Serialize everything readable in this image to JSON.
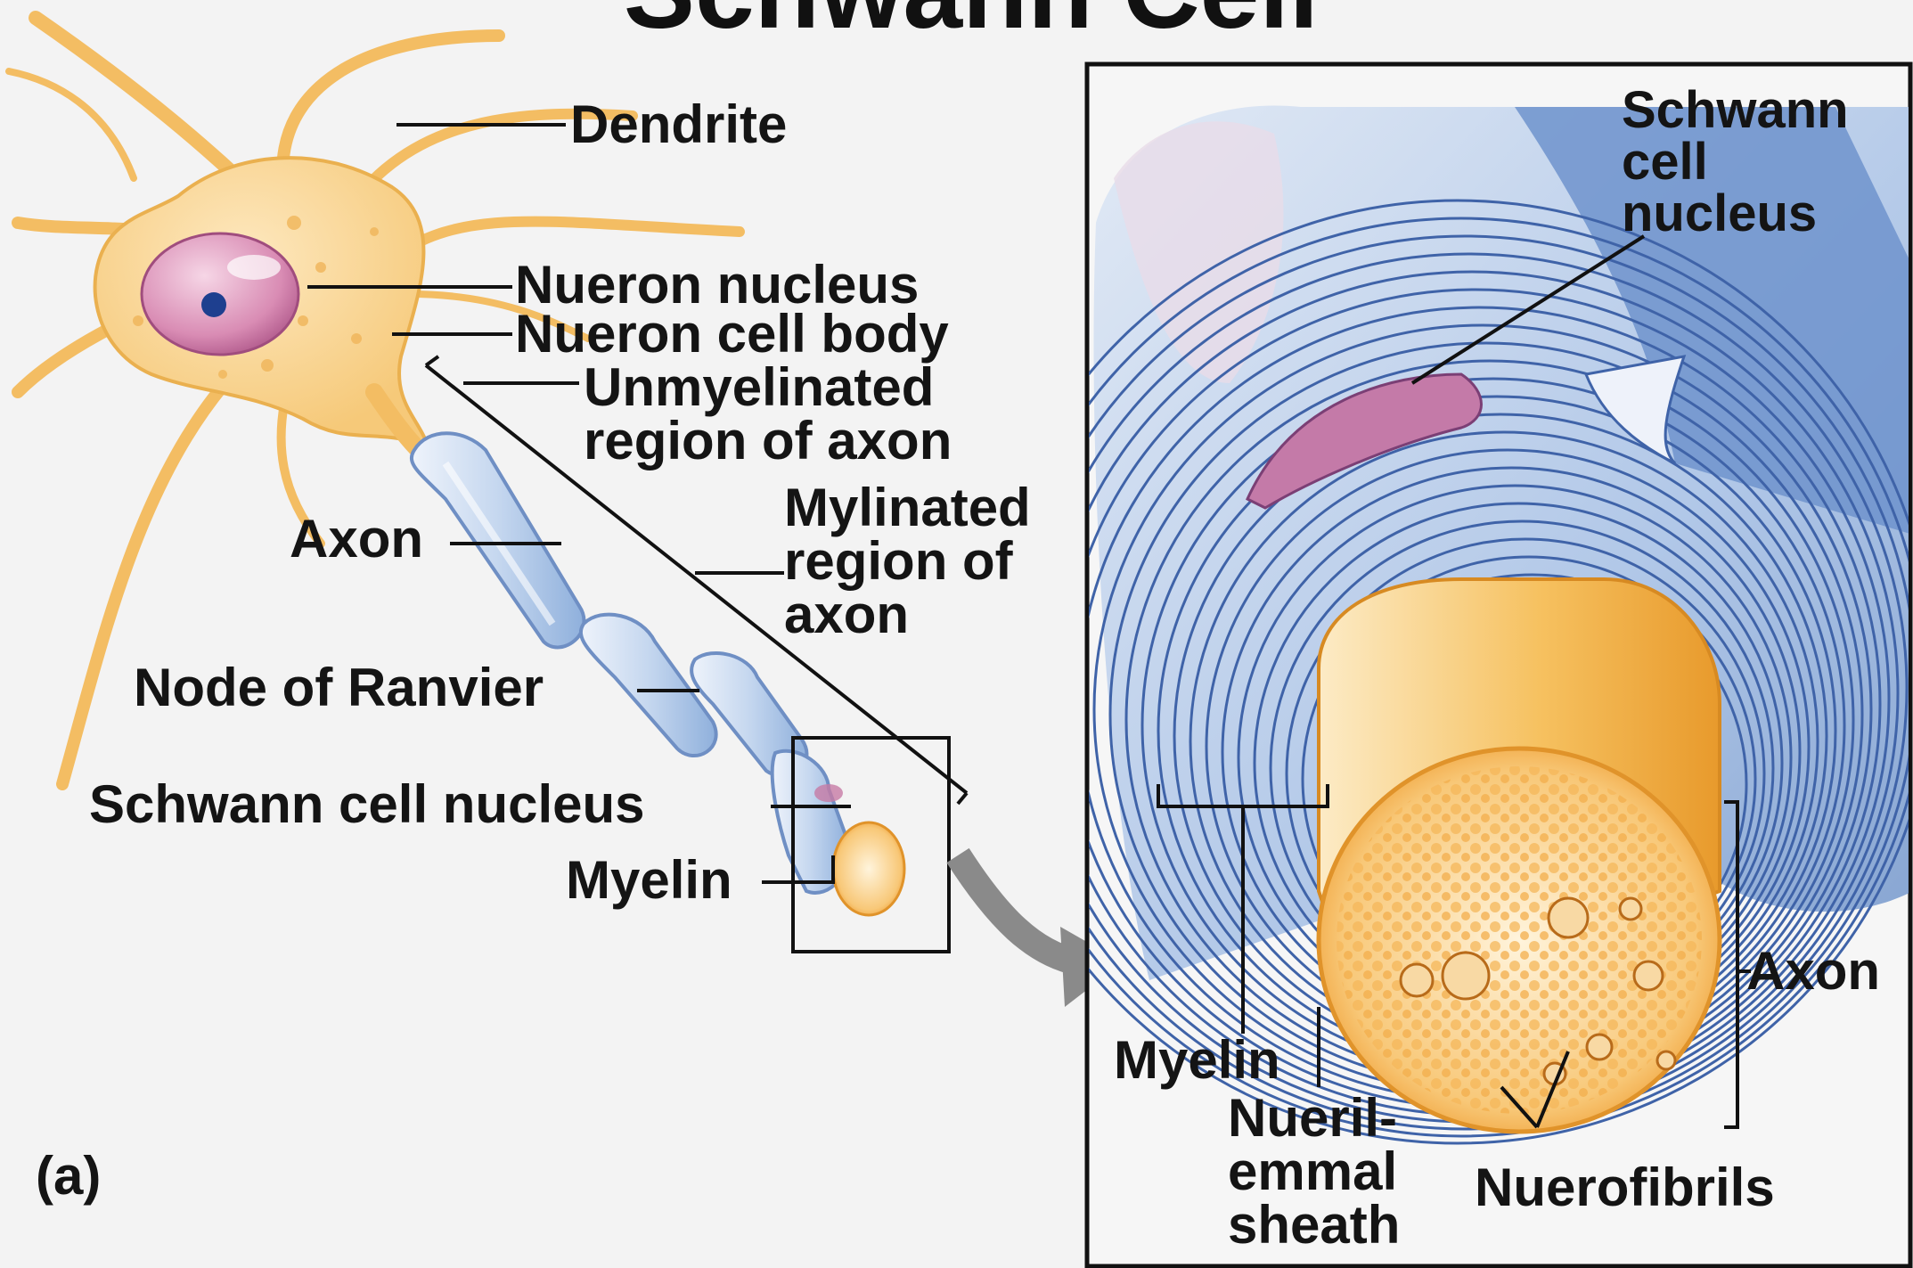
{
  "title": "Schwann Cell",
  "panel_tag": "(a)",
  "colors": {
    "neuron_body": "#f6c979",
    "neuron_outline": "#eab04f",
    "nucleus": "#d98cb4",
    "myelin": "#8fb0dc",
    "myelin_line": "#3f63a8",
    "axon_core": "#f2b04a",
    "inset_border": "#111111"
  },
  "left_labels": {
    "dendrite": "Dendrite",
    "neuron_nucleus": "Nueron nucleus",
    "neuron_cell_body": "Nueron cell body",
    "unmyelinated": [
      "Unmyelinated",
      "region of axon"
    ],
    "axon": "Axon",
    "mylinated": [
      "Mylinated",
      "region of",
      "axon"
    ],
    "node_of_ranvier": "Node of Ranvier",
    "schwann_cell_nucleus": "Schwann cell nucleus",
    "myelin": "Myelin"
  },
  "right_labels": {
    "schwann_cell_nucleus": [
      "Schwann",
      "cell",
      "nucleus"
    ],
    "axon": "Axon",
    "myelin": "Myelin",
    "neurilemma": [
      "Nueril-",
      "emmal",
      "sheath"
    ],
    "neurofibrils": "Nuerofibrils"
  }
}
